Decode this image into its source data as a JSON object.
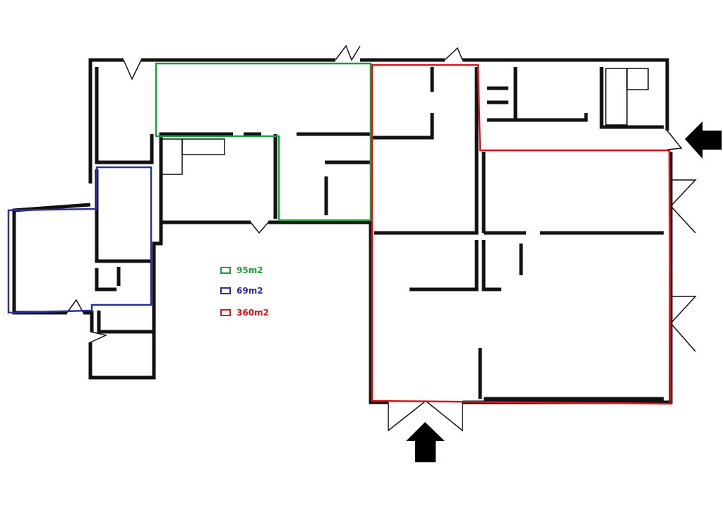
{
  "legend": [
    {
      "label": "95m2",
      "color": "#1e9e3a"
    },
    {
      "label": "69m2",
      "color": "#2c2fa0"
    },
    {
      "label": "360m2",
      "color": "#d8141c"
    }
  ],
  "arrows": [
    {
      "name": "entrance-arrow-right",
      "direction": "left"
    },
    {
      "name": "entrance-arrow-bottom",
      "direction": "up"
    }
  ]
}
